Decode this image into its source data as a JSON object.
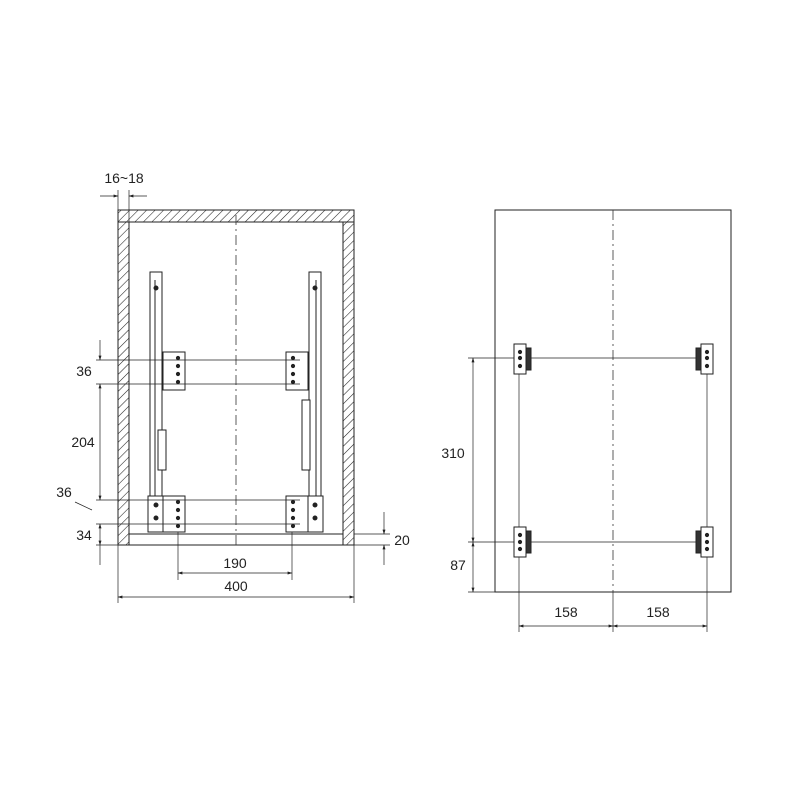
{
  "front_view": {
    "dims": {
      "panel_thickness": "16~18",
      "bracket_spacing_upper": "36",
      "vertical_spacing": "204",
      "bracket_spacing_lower": "36",
      "bottom_offset": "34",
      "rail_spacing": "190",
      "cabinet_width": "400",
      "rail_floor_offset": "20"
    }
  },
  "door_view": {
    "dims": {
      "vertical_spacing": "310",
      "bottom_offset": "87",
      "left_offset": "158",
      "right_offset": "158"
    }
  },
  "colors": {
    "line": "#222222",
    "panel": "#ffffff"
  }
}
